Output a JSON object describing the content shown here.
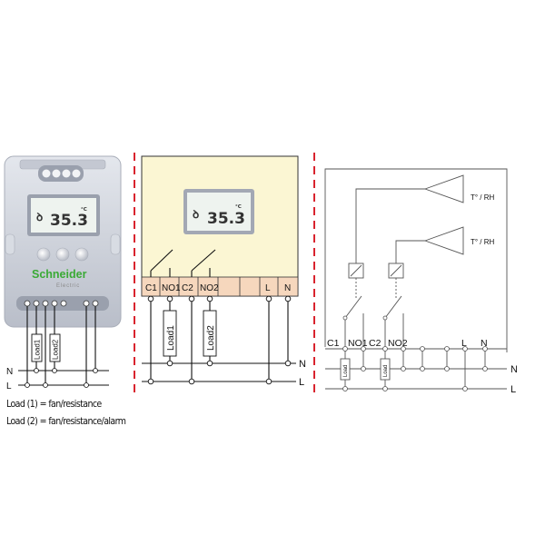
{
  "device": {
    "brand": "Schneider",
    "brand_sub": "Electric",
    "display_value": "35.3",
    "display_unit": "°C"
  },
  "panel1": {
    "supply_n": "N",
    "supply_l": "L",
    "load1": "Load1",
    "load2": "Load2",
    "note1": "Load (1) = fan/resistance",
    "note2": "Load (2) = fan/resistance/alarm"
  },
  "panel2": {
    "display_value": "35.3",
    "display_unit": "°C",
    "terminals": [
      "C1",
      "NO1",
      "C2",
      "NO2",
      "",
      "L",
      "N"
    ],
    "load1": "Load1",
    "load2": "Load2",
    "supply_n": "N",
    "supply_l": "L"
  },
  "panel3": {
    "sensor1": "T° / RH",
    "sensor2": "T° / RH",
    "terminals": [
      "C1",
      "NO1",
      "C2",
      "NO2",
      "L",
      "N"
    ],
    "load1": "Load",
    "load2": "Load",
    "supply_n": "N",
    "supply_l": "L"
  },
  "colors": {
    "divider": "#d9232e",
    "housing": "#cfd3dc",
    "panel_fill": "#fbf6d3",
    "terminal_fill": "#f6d7bd",
    "brand_green": "#3aaa35"
  }
}
